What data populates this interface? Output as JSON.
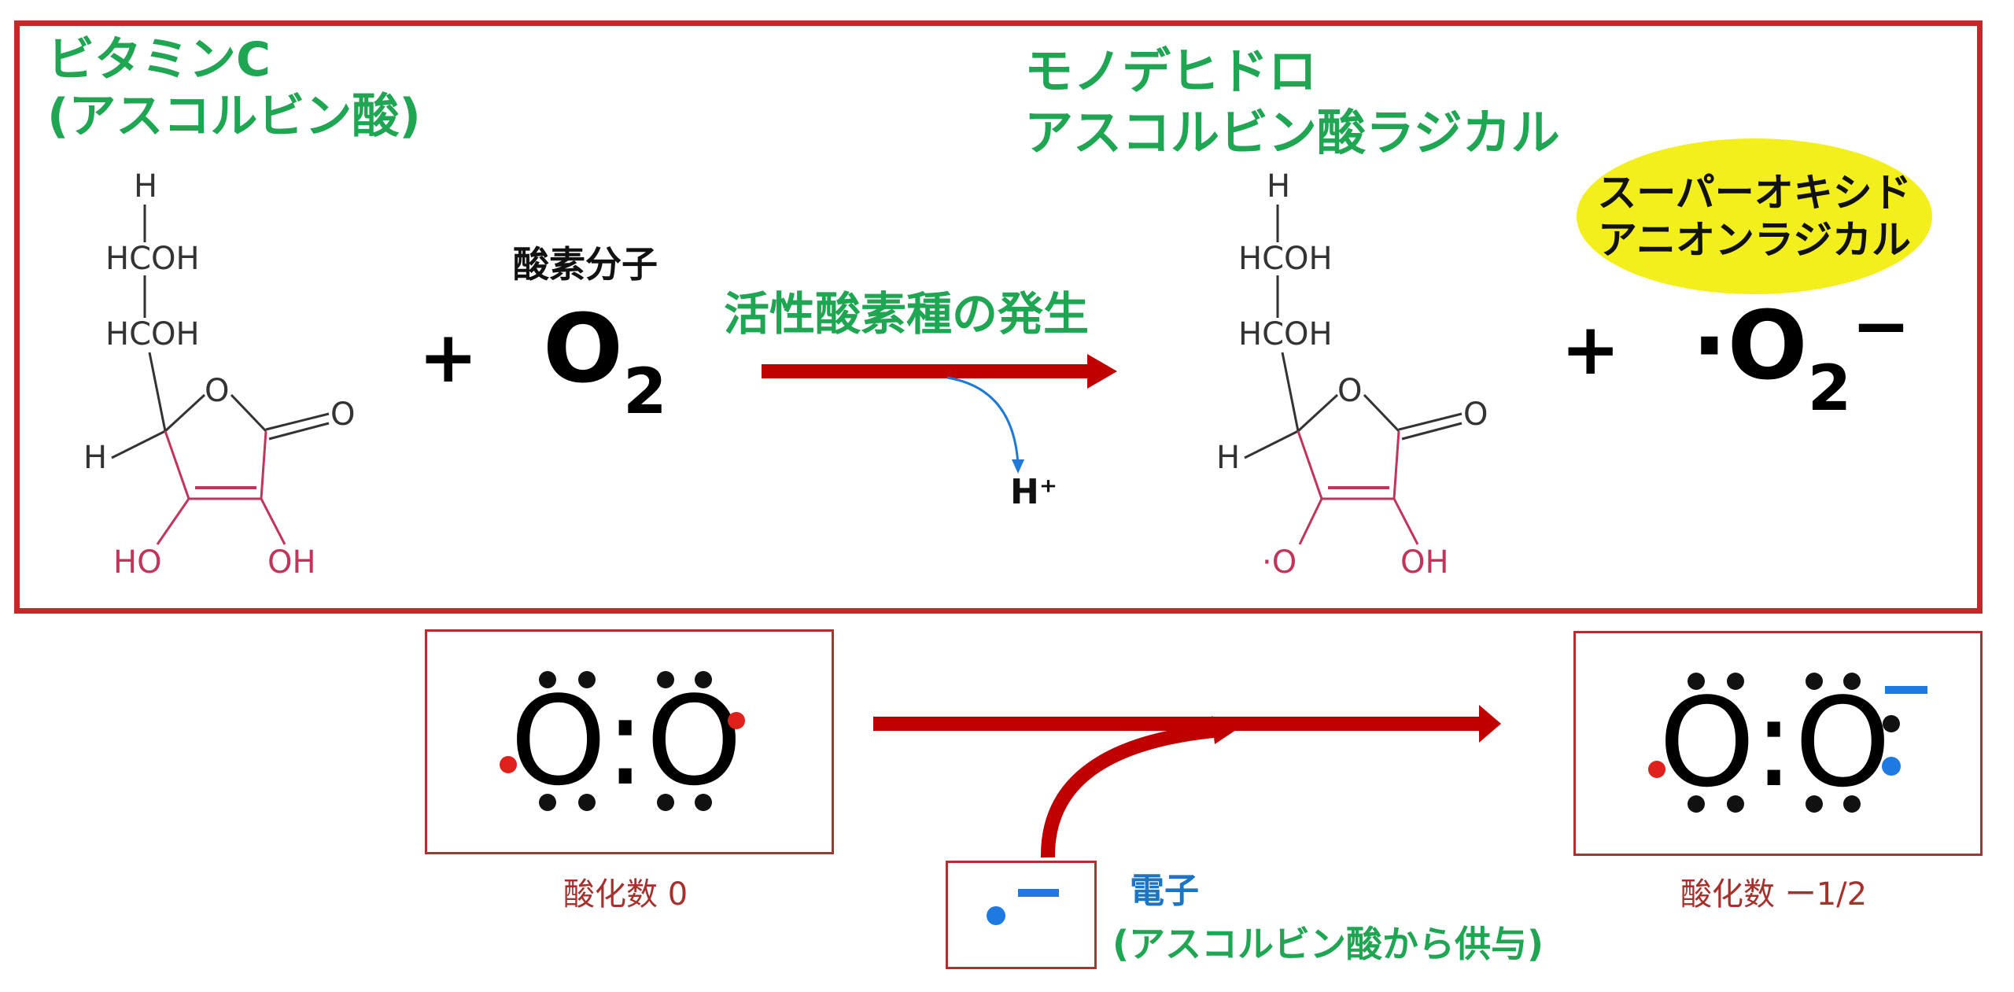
{
  "colors": {
    "frame_red": "#c62828",
    "arrow_red": "#c00000",
    "title_green": "#1fa653",
    "highlight_yellow": "#f3ef1d",
    "electron_blue": "#1e7ae0",
    "unpaired_red": "#e0201b",
    "caption_red": "#a8302c"
  },
  "vitamin_c": {
    "title_line1": "ビタミンC",
    "title_line2": "(アスコルビン酸)",
    "atoms": {
      "h_top": "H",
      "hcoh1": "HCOH",
      "hcoh2": "HCOH",
      "ring_o": "O",
      "carbonyl_o": "O",
      "h_left": "H",
      "ho": "HO",
      "oh": "OH"
    }
  },
  "oxygen": {
    "label": "酸素分子",
    "formula_main": "O",
    "formula_sub": "2"
  },
  "reaction": {
    "label": "活性酸素種の発生",
    "proton": "H⁺"
  },
  "product": {
    "title_line1": "モノデヒドロ",
    "title_line2": "アスコルビン酸ラジカル",
    "atoms": {
      "h_top": "H",
      "hcoh1": "HCOH",
      "hcoh2": "HCOH",
      "ring_o": "O",
      "carbonyl_o": "O",
      "h_left": "H",
      "radical_o": "·O",
      "oh": "OH"
    }
  },
  "superoxide": {
    "label_line1": "スーパーオキシド",
    "label_line2": "アニオンラジカル",
    "formula_dot": "·",
    "formula_main": "O",
    "formula_sub": "2",
    "formula_charge": "−"
  },
  "plus_sign": "+",
  "lewis": {
    "left_formula": "O:O",
    "right_formula": "O:O",
    "left_caption": "酸化数 0",
    "right_caption": "酸化数 ー1/2"
  },
  "electron": {
    "label": "電子",
    "source": "(アスコルビン酸から供与)",
    "charge": "−"
  },
  "icons": [
    "reaction-arrow-icon",
    "proton-release-arrow-icon",
    "electron-transfer-arrow-icon"
  ]
}
